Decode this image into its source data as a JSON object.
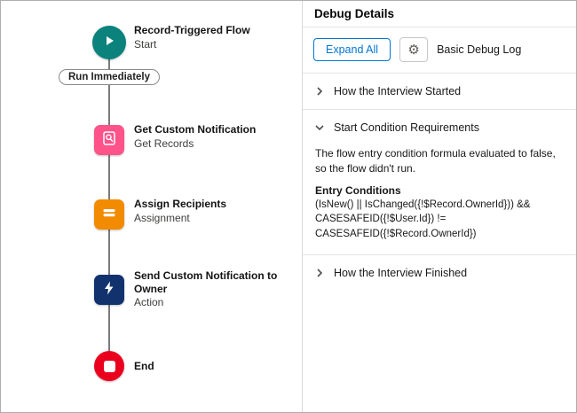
{
  "canvas": {
    "connector_label": "Run Immediately",
    "nodes": [
      {
        "title": "Record-Triggered Flow",
        "subtitle": "Start",
        "type": "start"
      },
      {
        "title": "Get Custom Notification",
        "subtitle": "Get Records",
        "type": "get-records"
      },
      {
        "title": "Assign Recipients",
        "subtitle": "Assignment",
        "type": "assignment"
      },
      {
        "title": "Send Custom Notification to Owner",
        "subtitle": "Action",
        "type": "action"
      },
      {
        "title": "End",
        "subtitle": "",
        "type": "end"
      }
    ]
  },
  "panel": {
    "title": "Debug Details",
    "expand_all_label": "Expand All",
    "gear_icon": "gear-icon",
    "log_label": "Basic Debug Log",
    "sections": [
      {
        "label": "How the Interview Started",
        "expanded": false
      },
      {
        "label": "Start Condition Requirements",
        "expanded": true,
        "body": "The flow entry condition formula evaluated to false, so the flow didn't run.",
        "entry_conditions_label": "Entry Conditions",
        "formula": "(IsNew() || IsChanged({!$Record.OwnerId})) && CASESAFEID({!$User.Id}) != CASESAFEID({!$Record.OwnerId})"
      },
      {
        "label": "How the Interview Finished",
        "expanded": false
      }
    ]
  },
  "colors": {
    "start": "#0b827c",
    "get_records": "#ff538a",
    "assignment": "#f28b00",
    "action": "#12326e",
    "end": "#ea001e",
    "accent_blue": "#0176d3"
  }
}
